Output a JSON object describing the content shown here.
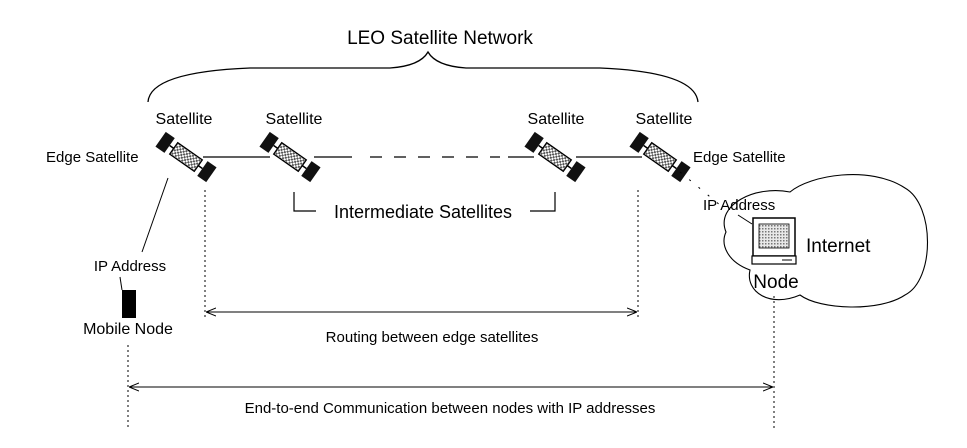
{
  "title": "LEO Satellite Network",
  "satellite_labels": [
    "Satellite",
    "Satellite",
    "Satellite",
    "Satellite"
  ],
  "edge_left_label": "Edge Satellite",
  "edge_right_label": "Edge Satellite",
  "intermediate_label": "Intermediate Satellites",
  "mobile_ip_label": "IP Address",
  "mobile_node_label": "Mobile Node",
  "node_ip_label": "IP Address",
  "internet_label": "Internet",
  "node_label": "Node",
  "routing_label": "Routing between edge satellites",
  "e2e_label": "End-to-end Communication between nodes with IP addresses",
  "icons": [
    "satellite-icon",
    "mobile-device-icon",
    "computer-monitor-icon",
    "internet-cloud-icon"
  ]
}
